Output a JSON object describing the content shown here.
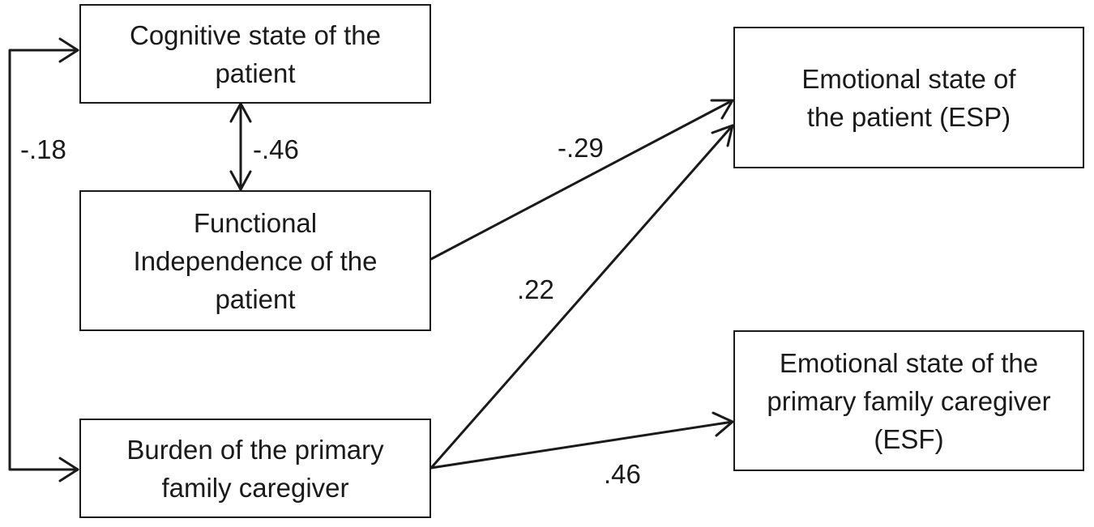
{
  "nodes": {
    "cognitive": {
      "label": "Cognitive state of the patient"
    },
    "functional": {
      "label": "Functional Independence of the patient"
    },
    "burden": {
      "label": "Burden of the primary family caregiver"
    },
    "esp": {
      "label": "Emotional state of the patient (ESP)"
    },
    "esf": {
      "label": "Emotional state of the primary family caregiver (ESF)"
    }
  },
  "paths": [
    {
      "from": "cognitive",
      "to": "burden",
      "coefficient": "-.18",
      "direction": "bidirectional"
    },
    {
      "from": "cognitive",
      "to": "functional",
      "coefficient": "-.46",
      "direction": "bidirectional"
    },
    {
      "from": "functional",
      "to": "esp",
      "coefficient": "-.29",
      "direction": "forward"
    },
    {
      "from": "burden",
      "to": "esp",
      "coefficient": ".22",
      "direction": "forward"
    },
    {
      "from": "burden",
      "to": "esf",
      "coefficient": ".46",
      "direction": "forward"
    }
  ]
}
